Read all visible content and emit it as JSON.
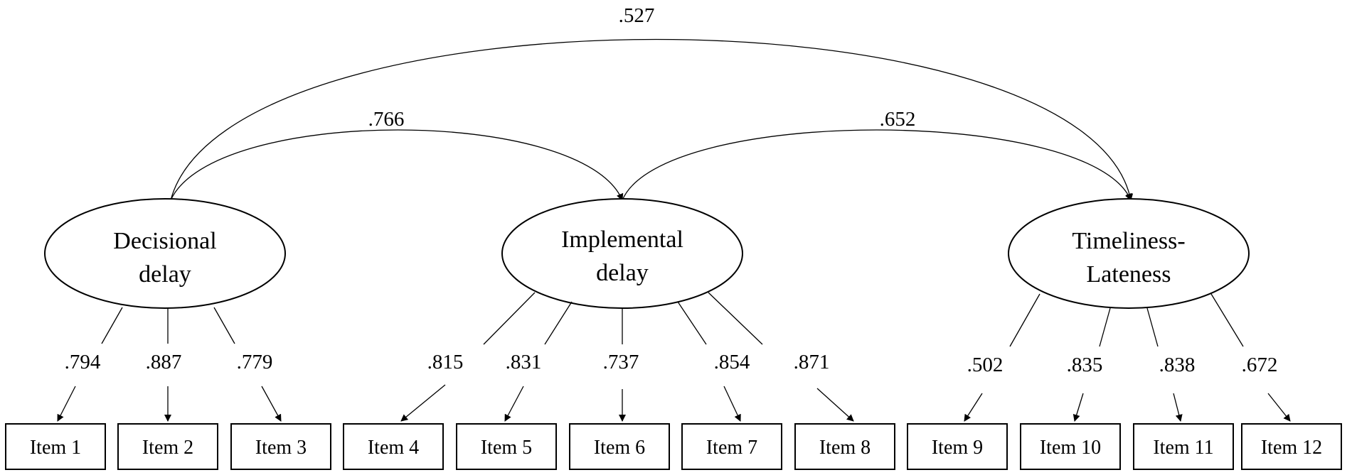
{
  "factors": [
    {
      "id": "decisional",
      "lines": [
        "Decisional",
        "delay"
      ]
    },
    {
      "id": "implemental",
      "lines": [
        "Implemental",
        "delay"
      ]
    },
    {
      "id": "timeliness",
      "lines": [
        "Timeliness-",
        "Lateness"
      ]
    }
  ],
  "correlations": [
    {
      "from": "decisional",
      "to": "timeliness",
      "value": ".527"
    },
    {
      "from": "decisional",
      "to": "implemental",
      "value": ".766"
    },
    {
      "from": "implemental",
      "to": "timeliness",
      "value": ".652"
    }
  ],
  "items": [
    {
      "label": "Item 1",
      "factor": "decisional",
      "loading": ".794"
    },
    {
      "label": "Item 2",
      "factor": "decisional",
      "loading": ".887"
    },
    {
      "label": "Item 3",
      "factor": "decisional",
      "loading": ".779"
    },
    {
      "label": "Item 4",
      "factor": "implemental",
      "loading": ".815"
    },
    {
      "label": "Item 5",
      "factor": "implemental",
      "loading": ".831"
    },
    {
      "label": "Item 6",
      "factor": "implemental",
      "loading": ".737"
    },
    {
      "label": "Item 7",
      "factor": "implemental",
      "loading": ".854"
    },
    {
      "label": "Item 8",
      "factor": "implemental",
      "loading": ".871"
    },
    {
      "label": "Item 9",
      "factor": "timeliness",
      "loading": ".502"
    },
    {
      "label": "Item 10",
      "factor": "timeliness",
      "loading": ".835"
    },
    {
      "label": "Item 11",
      "factor": "timeliness",
      "loading": ".838"
    },
    {
      "label": "Item 12",
      "factor": "timeliness",
      "loading": ".672"
    }
  ]
}
